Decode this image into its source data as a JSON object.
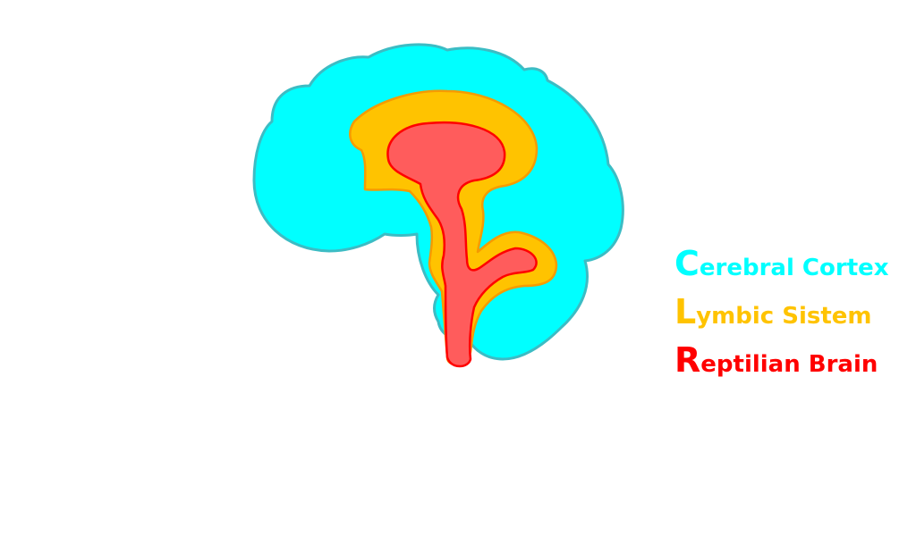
{
  "layers": [
    {
      "id": "cortex",
      "initial": "C",
      "rest": "erebral Cortex",
      "fill": "#00ffff",
      "stroke": "#3cbcc4",
      "text_color": "#00ffff"
    },
    {
      "id": "limbic",
      "initial": "L",
      "rest": "ymbic Sistem",
      "fill": "#ffc300",
      "stroke": "#f59b00",
      "text_color": "#ffc300"
    },
    {
      "id": "reptilian",
      "initial": "R",
      "rest": "eptilian Brain",
      "fill": "#ff5c5c",
      "stroke": "#ff0000",
      "text_color": "#ff0000"
    }
  ]
}
